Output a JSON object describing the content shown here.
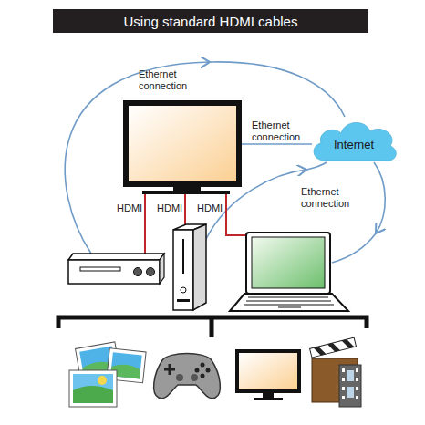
{
  "diagram": {
    "title": "Using standard HDMI cables",
    "nodes": [
      {
        "text": [
          "Internet"
        ]
      }
    ],
    "labels": [
      "Ethernet connection",
      "Ethernet connection",
      "Ethernet connection",
      "HDMI",
      "HDMI",
      "HDMI"
    ]
  }
}
